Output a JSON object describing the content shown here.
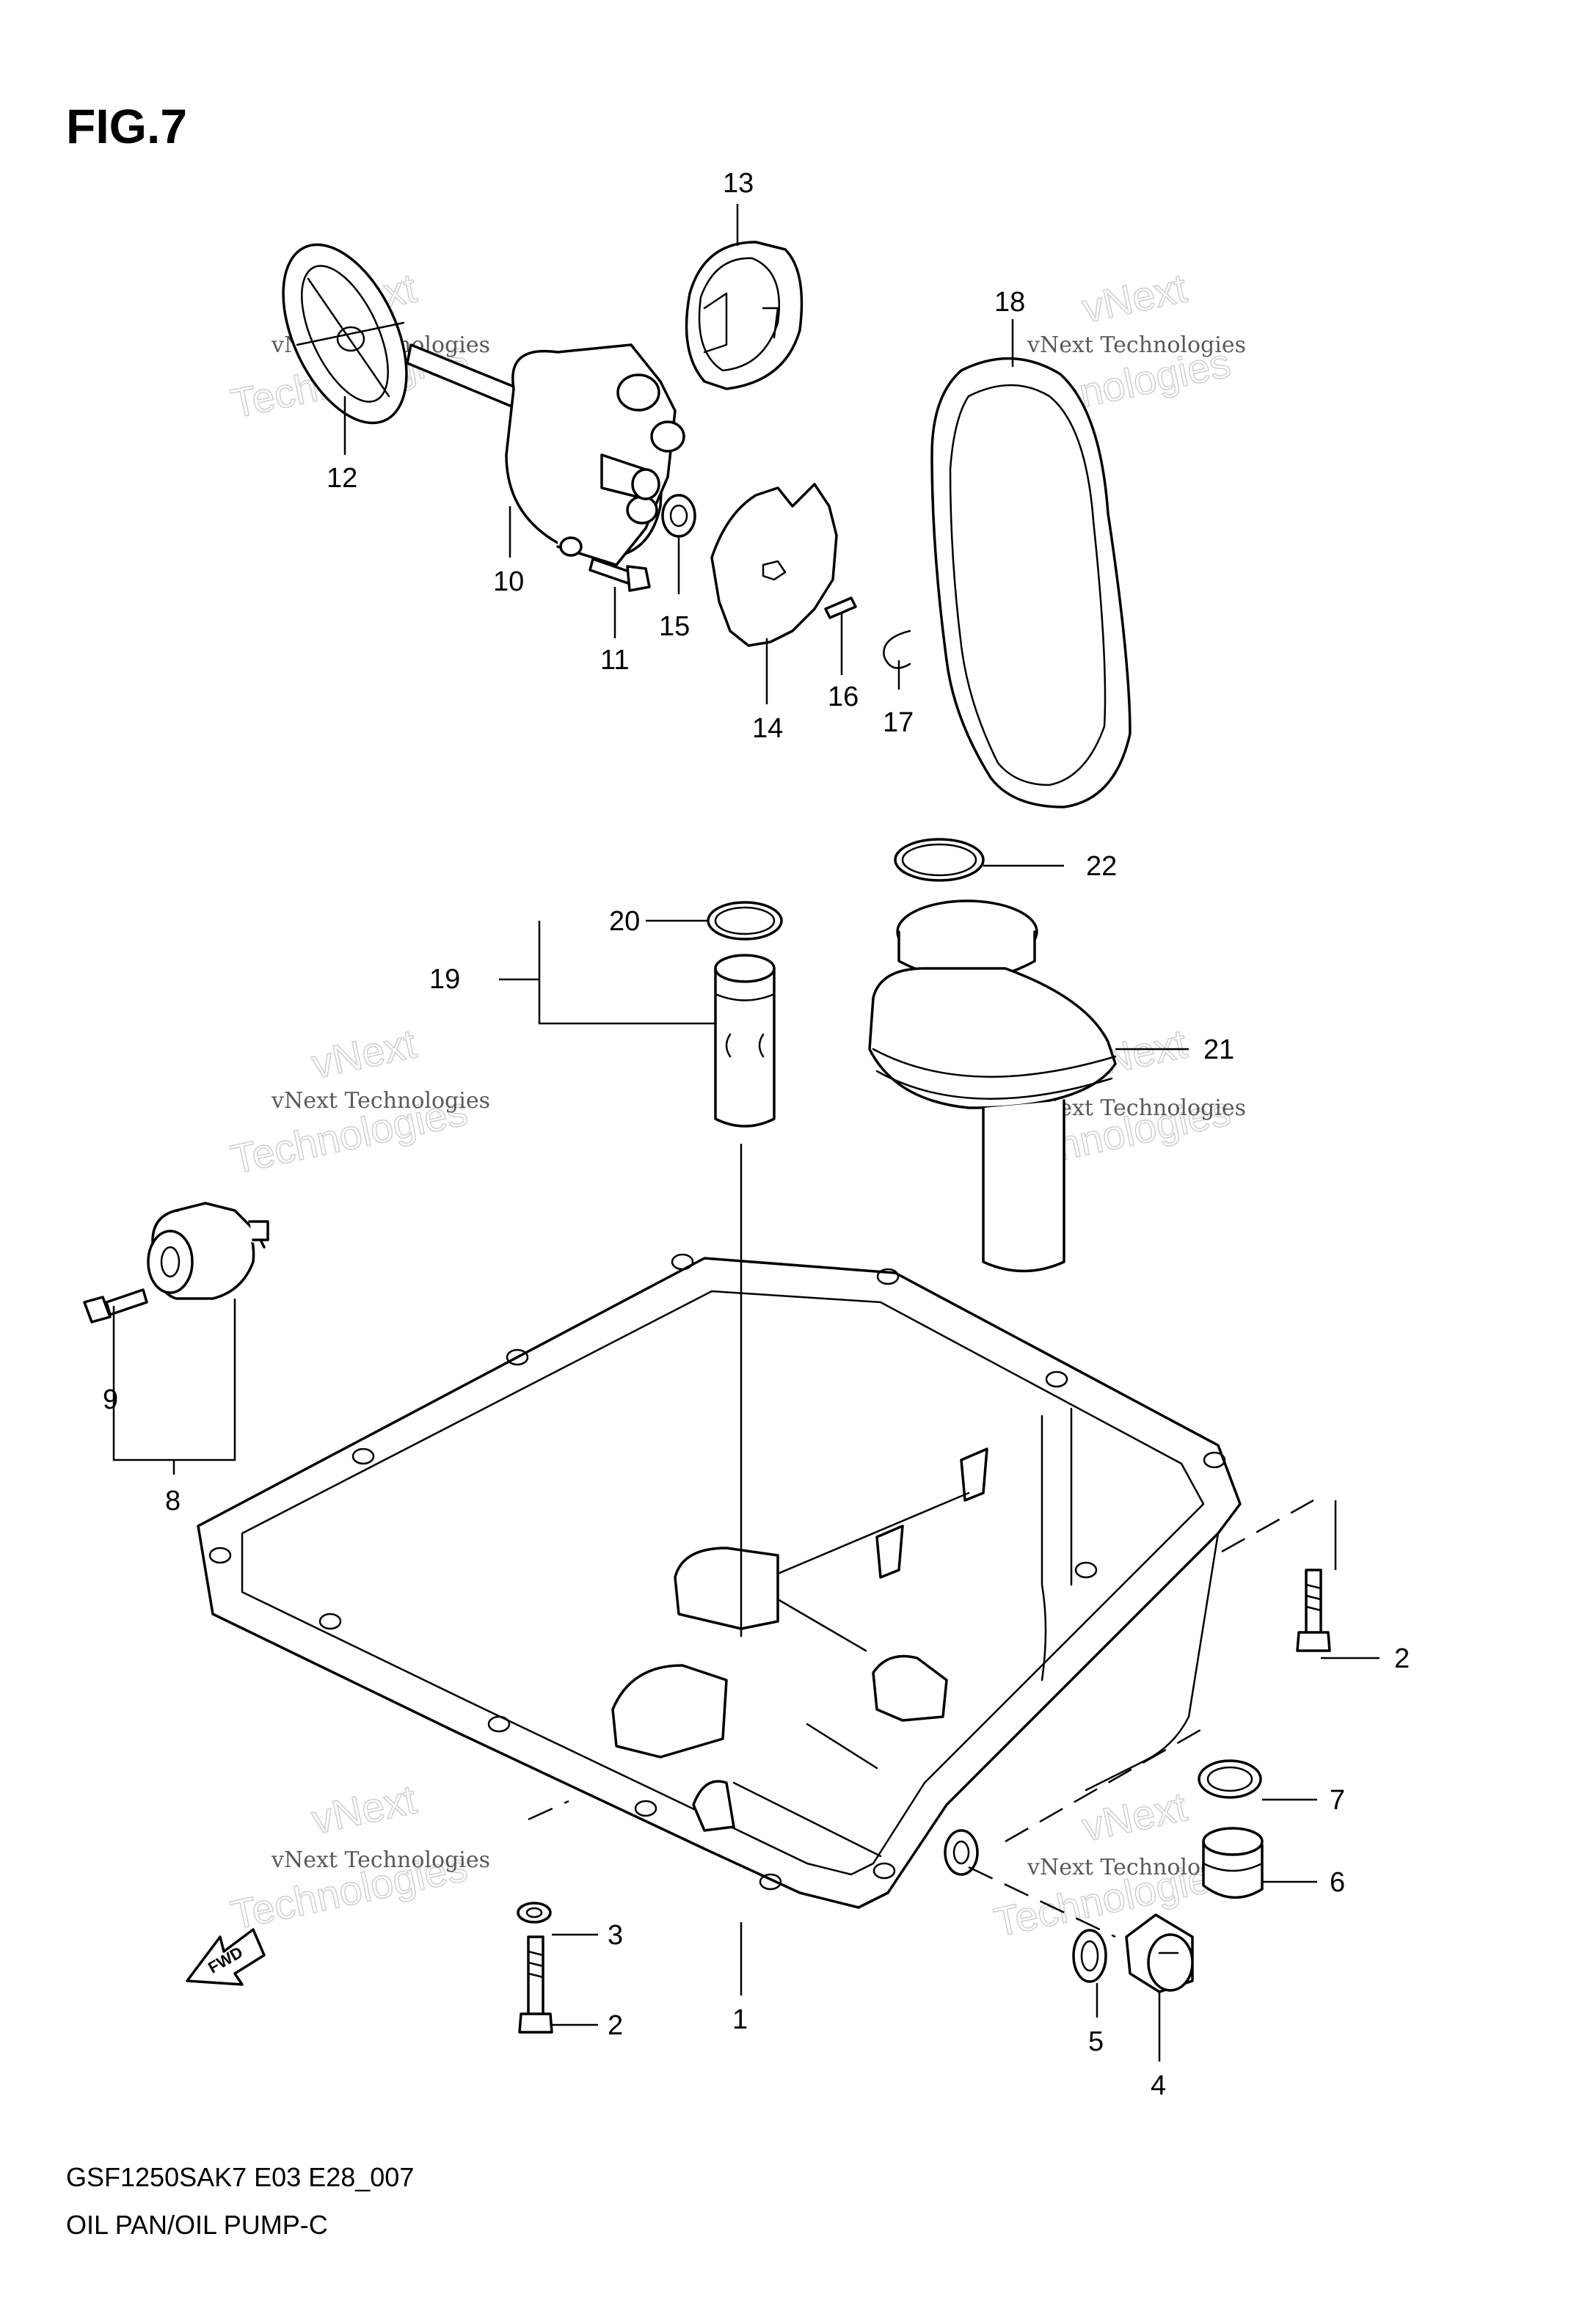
{
  "header": {
    "figure_title": "FIG.7"
  },
  "footer": {
    "model_code": "GSF1250SAK7 E03 E28_007",
    "caption": "OIL PAN/OIL PUMP-C"
  },
  "watermark": {
    "small_text": "vNext Technologies",
    "big_word_1": "vNext",
    "big_word_2": "Technologies"
  },
  "fwd_label": "FWD",
  "callouts": [
    {
      "id": "1",
      "label": "1"
    },
    {
      "id": "2a",
      "label": "2"
    },
    {
      "id": "2b",
      "label": "2"
    },
    {
      "id": "3",
      "label": "3"
    },
    {
      "id": "4",
      "label": "4"
    },
    {
      "id": "5",
      "label": "5"
    },
    {
      "id": "6",
      "label": "6"
    },
    {
      "id": "7",
      "label": "7"
    },
    {
      "id": "8",
      "label": "8"
    },
    {
      "id": "9",
      "label": "9"
    },
    {
      "id": "10",
      "label": "10"
    },
    {
      "id": "11",
      "label": "11"
    },
    {
      "id": "12",
      "label": "12"
    },
    {
      "id": "13",
      "label": "13"
    },
    {
      "id": "14",
      "label": "14"
    },
    {
      "id": "15",
      "label": "15"
    },
    {
      "id": "16",
      "label": "16"
    },
    {
      "id": "17",
      "label": "17"
    },
    {
      "id": "18",
      "label": "18"
    },
    {
      "id": "19",
      "label": "19"
    },
    {
      "id": "20",
      "label": "20"
    },
    {
      "id": "21",
      "label": "21"
    },
    {
      "id": "22",
      "label": "22"
    }
  ]
}
